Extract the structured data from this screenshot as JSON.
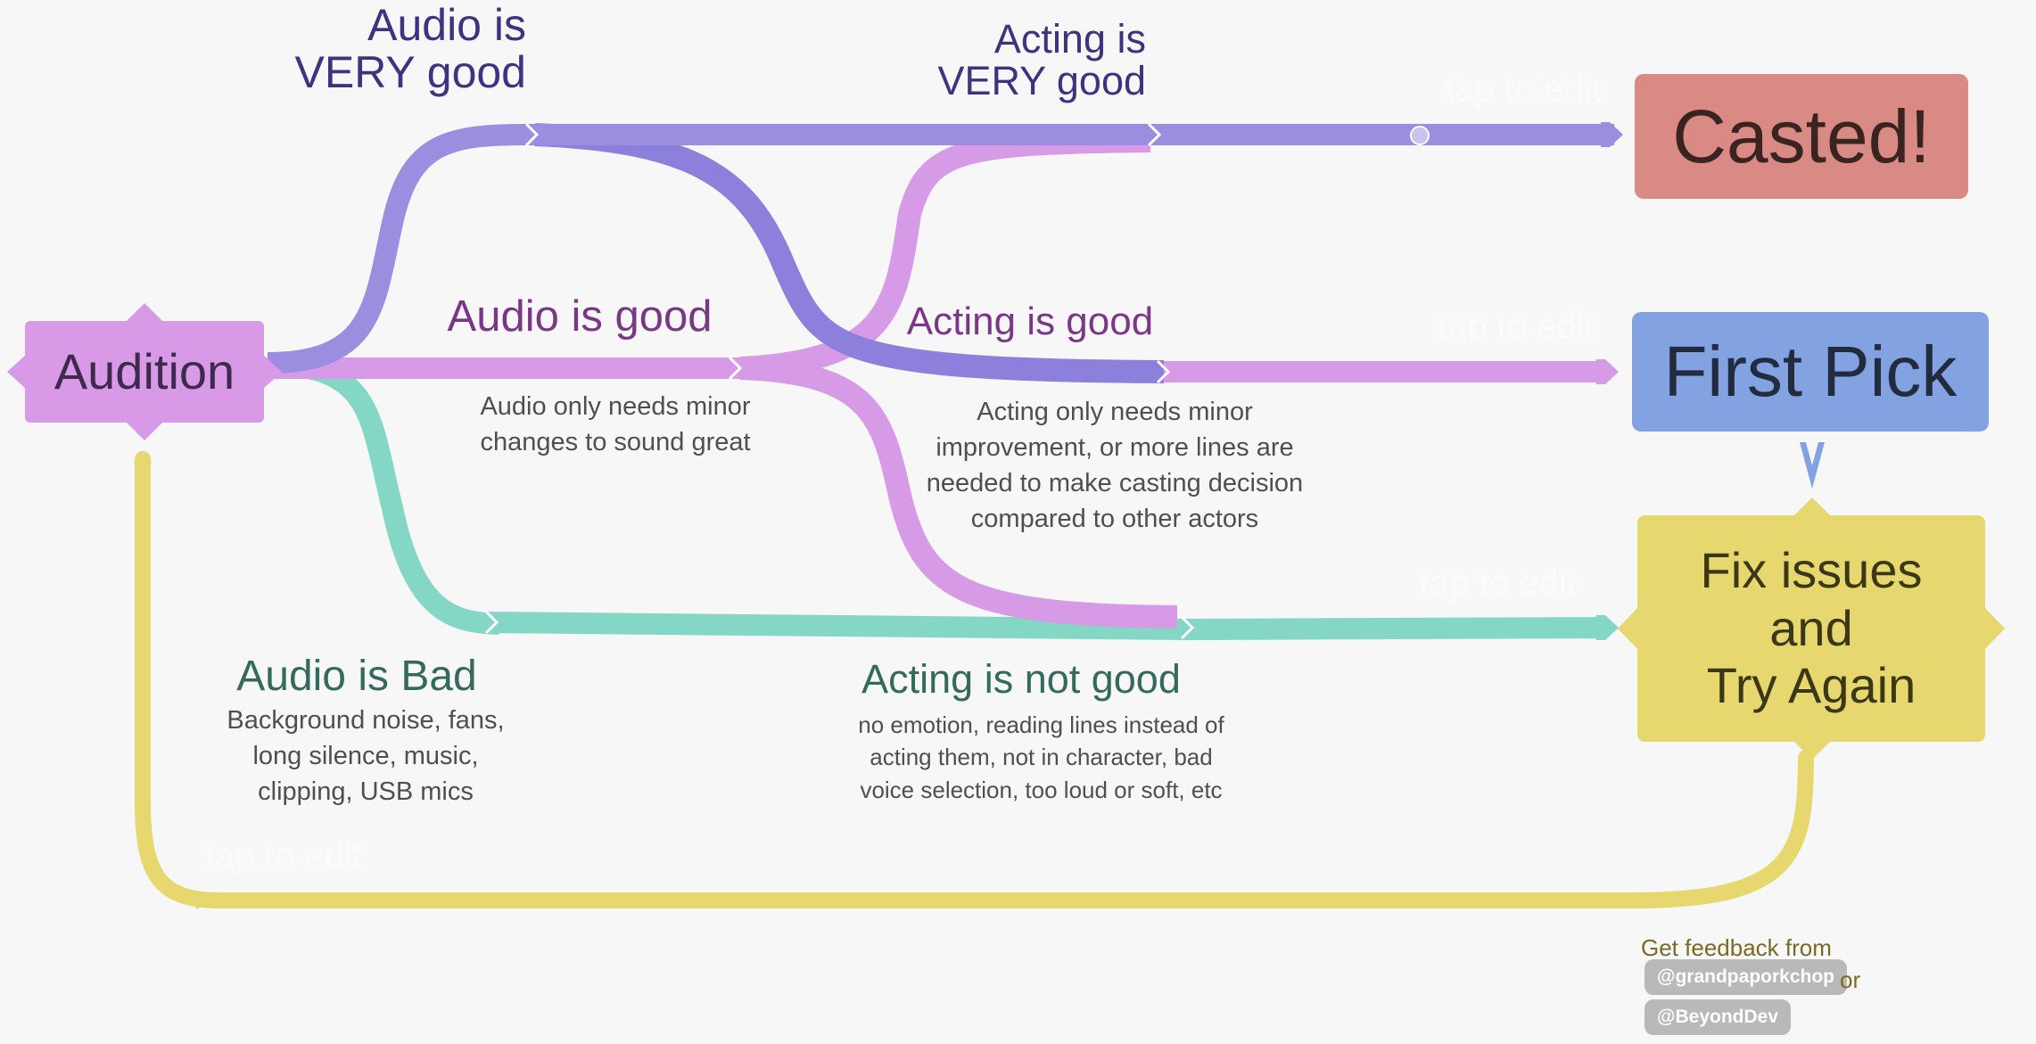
{
  "colors": {
    "very_good": "#9b8de0",
    "very_good_dark": "#8d80dc",
    "good": "#d69ae6",
    "bad": "#84d6c5",
    "retry": "#e6d86e",
    "audition_node": "#d89ae6",
    "casted_node": "#d98a85",
    "firstpick_node": "#82a2e2",
    "fix_node": "#e6d86e"
  },
  "nodes": {
    "audition": "Audition",
    "casted": "Casted!",
    "first_pick": "First Pick",
    "fix": "Fix issues\nand\nTry Again"
  },
  "labels": {
    "audio_very_good": "Audio is\nVERY good",
    "acting_very_good": "Acting is\nVERY good",
    "audio_good": "Audio is good",
    "audio_good_desc": "Audio only needs minor\nchanges to sound great",
    "acting_good": "Acting is good",
    "acting_good_desc": "Acting only needs minor\nimprovement, or more lines are\nneeded to make casting decision\ncompared to other actors",
    "audio_bad": "Audio is Bad",
    "audio_bad_desc": "Background noise, fans,\nlong silence, music,\nclipping, USB mics",
    "acting_not_good": "Acting is not good",
    "acting_not_good_desc": "no emotion, reading lines instead of\nacting them, not in character, bad\nvoice selection, too loud or soft, etc"
  },
  "edit_handle": "tap to edit",
  "feedback": {
    "prefix": "Get feedback from",
    "handle1": "@grandpaporkchop",
    "or": "or",
    "handle2": "@BeyondDev"
  }
}
